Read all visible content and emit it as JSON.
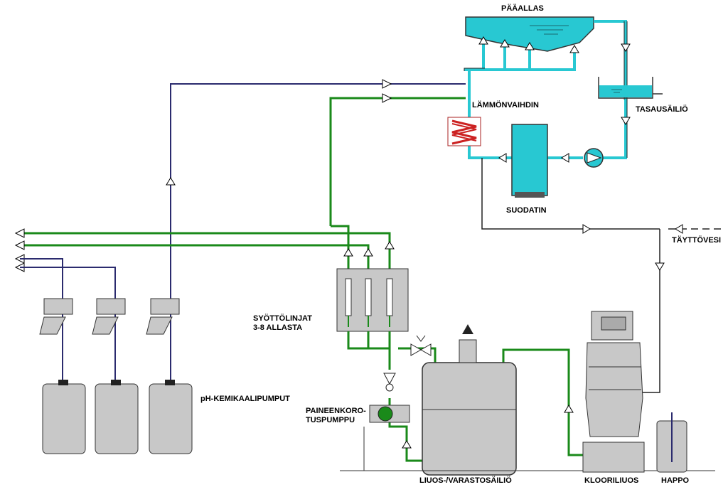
{
  "labels": {
    "main_pool": "PÄÄALLAS",
    "heat_exchanger": "LÄMMÖNVAIHDIN",
    "balance_tank": "TASAUSÄILIÖ",
    "filter": "SUODATIN",
    "fill_water": "TÄYTTÖVESI",
    "feed_lines": "SYÖTTÖLINJAT\n3-8 ALLASTA",
    "ph_pumps": "pH-KEMIKAALIPUMPUT",
    "booster_pump": "PAINEENKORO-\nTUSPUMPPU",
    "solution_tank": "LIUOS-/VARASTOSÄILIÖ",
    "chlorine_solution": "KLOORILIUOS",
    "acid": "HAPPO"
  },
  "colors": {
    "water_blue": "#2b2b6e",
    "feed_green": "#1a8a1a",
    "pool_cyan": "#28c8d2",
    "tank_gray": "#c8c8c8",
    "outline": "#333333"
  }
}
